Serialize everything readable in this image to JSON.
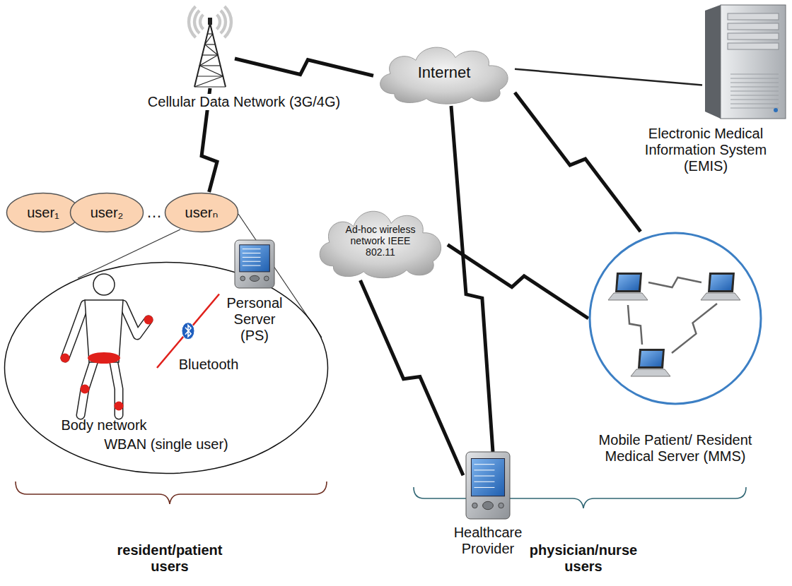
{
  "diagram": {
    "nodes": [
      {
        "text": [
          "Cellular Data Network (3G/4G)"
        ]
      },
      {
        "text": [
          "Internet"
        ]
      },
      {
        "text": [
          "Electronic Medical Information System (EMIS)"
        ]
      },
      {
        "text": [
          "user₁"
        ]
      },
      {
        "text": [
          "user₂"
        ]
      },
      {
        "text": [
          "userₙ"
        ]
      },
      {
        "text": [
          "Ad-hoc wireless network IEEE 802.11"
        ]
      },
      {
        "text": [
          "WBAN (single user)"
        ]
      },
      {
        "text": [
          "Body network"
        ],
        "in": 7
      },
      {
        "text": [
          "Personal Server (PS)"
        ],
        "in": 7
      },
      {
        "text": [
          "Healthcare Provider"
        ]
      },
      {
        "text": [
          "Mobile Patient/ Resident Medical Server (MMS)"
        ]
      }
    ],
    "edges": [
      {
        "from": 0,
        "to": 1,
        "arrow": "none"
      },
      {
        "from": 0,
        "to": 5,
        "arrow": "none"
      },
      {
        "from": 1,
        "to": 2,
        "arrow": "none"
      },
      {
        "from": 1,
        "to": 10,
        "arrow": "none"
      },
      {
        "from": 1,
        "to": 11,
        "arrow": "none"
      },
      {
        "from": 6,
        "to": 10,
        "arrow": "none"
      },
      {
        "from": 6,
        "to": 11,
        "arrow": "none"
      },
      {
        "from": 8,
        "to": 9,
        "label": "Bluetooth",
        "arrow": "none"
      }
    ],
    "labels": [
      "…",
      "resident/patient users",
      "physician/nurse users"
    ]
  }
}
